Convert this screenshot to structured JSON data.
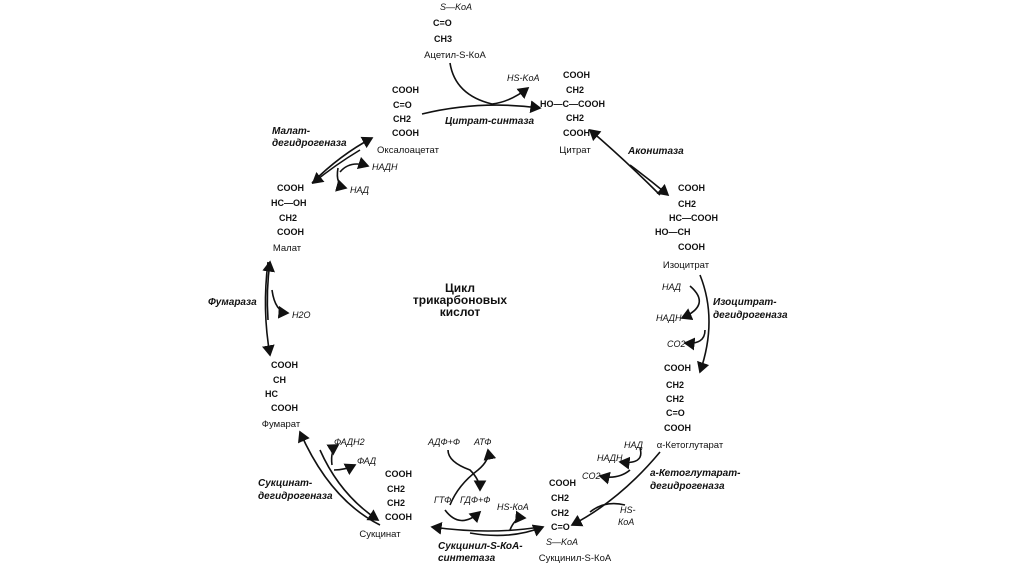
{
  "title": [
    "Цикл",
    "трикарбоновых",
    "кислот"
  ],
  "compounds": {
    "acetyl": {
      "formula": [
        "S—KoA",
        "C=O",
        "CH3"
      ],
      "label": "Ацетил-S-КоА"
    },
    "citrate": {
      "formula": [
        "COOH",
        "CH2",
        "HO—C—COOH",
        "CH2",
        "COOH"
      ],
      "label": "Цитрат"
    },
    "oxaloacetate": {
      "formula": [
        "COOH",
        "C=O",
        "CH2",
        "COOH"
      ],
      "label": "Оксалоацетат"
    },
    "malate": {
      "formula": [
        "COOH",
        "HC—OH",
        "CH2",
        "COOH"
      ],
      "label": "Малат"
    },
    "fumarate": {
      "formula": [
        "COOH",
        "CH",
        "HC",
        "COOH"
      ],
      "label": "Фумарат"
    },
    "succinate": {
      "formula": [
        "COOH",
        "CH2",
        "CH2",
        "COOH"
      ],
      "label": "Сукцинат"
    },
    "succinyl": {
      "formula": [
        "COOH",
        "CH2",
        "CH2",
        "C=O",
        "S—KoA"
      ],
      "label": "Сукцинил-S-КоА"
    },
    "ketoglutarate": {
      "formula": [
        "COOH",
        "CH2",
        "CH2",
        "C=O",
        "COOH"
      ],
      "label": "α-Кетоглутарат"
    },
    "isocitrate": {
      "formula": [
        "COOH",
        "CH2",
        "HC—COOH",
        "HO—CH",
        "COOH"
      ],
      "label": "Изоцитрат"
    }
  },
  "enzymes": {
    "citrate_synthase": "Цитрат-синтаза",
    "aconitase": "Аконитаза",
    "icdh": [
      "Изоцитрат-",
      "дегидрогеназа"
    ],
    "akgdh": [
      "a-Кетоглутарат-",
      "дегидрогеназа"
    ],
    "scs": [
      "Сукцинил-S-КоА-",
      "синтетаза"
    ],
    "sdh": [
      "Сукцинат-",
      "дегидрогеназа"
    ],
    "fumarase": "Фумараза",
    "mdh": [
      "Малат-",
      "дегидрогеназа"
    ]
  },
  "cofactors": {
    "hskoa_top": "HS-KoA",
    "mdh_nadh": "НАДН",
    "mdh_nad": "НАД",
    "h2o": "H2O",
    "fadh2": "ФАДН2",
    "fad": "ФАД",
    "adp": "АДФ+Ф",
    "atp": "АТФ",
    "gtp": "ГТФ",
    "gdp": "ГДФ+Ф",
    "hskoa_scs": "HS-КоА",
    "akg_nad": "НАД",
    "akg_nadh": "НАДН",
    "akg_co2": "CO2",
    "akg_hskoa": [
      "HS-",
      "КоА"
    ],
    "icdh_nad": "НАД",
    "icdh_nadh": "НАДН",
    "icdh_co2": "CO2"
  }
}
